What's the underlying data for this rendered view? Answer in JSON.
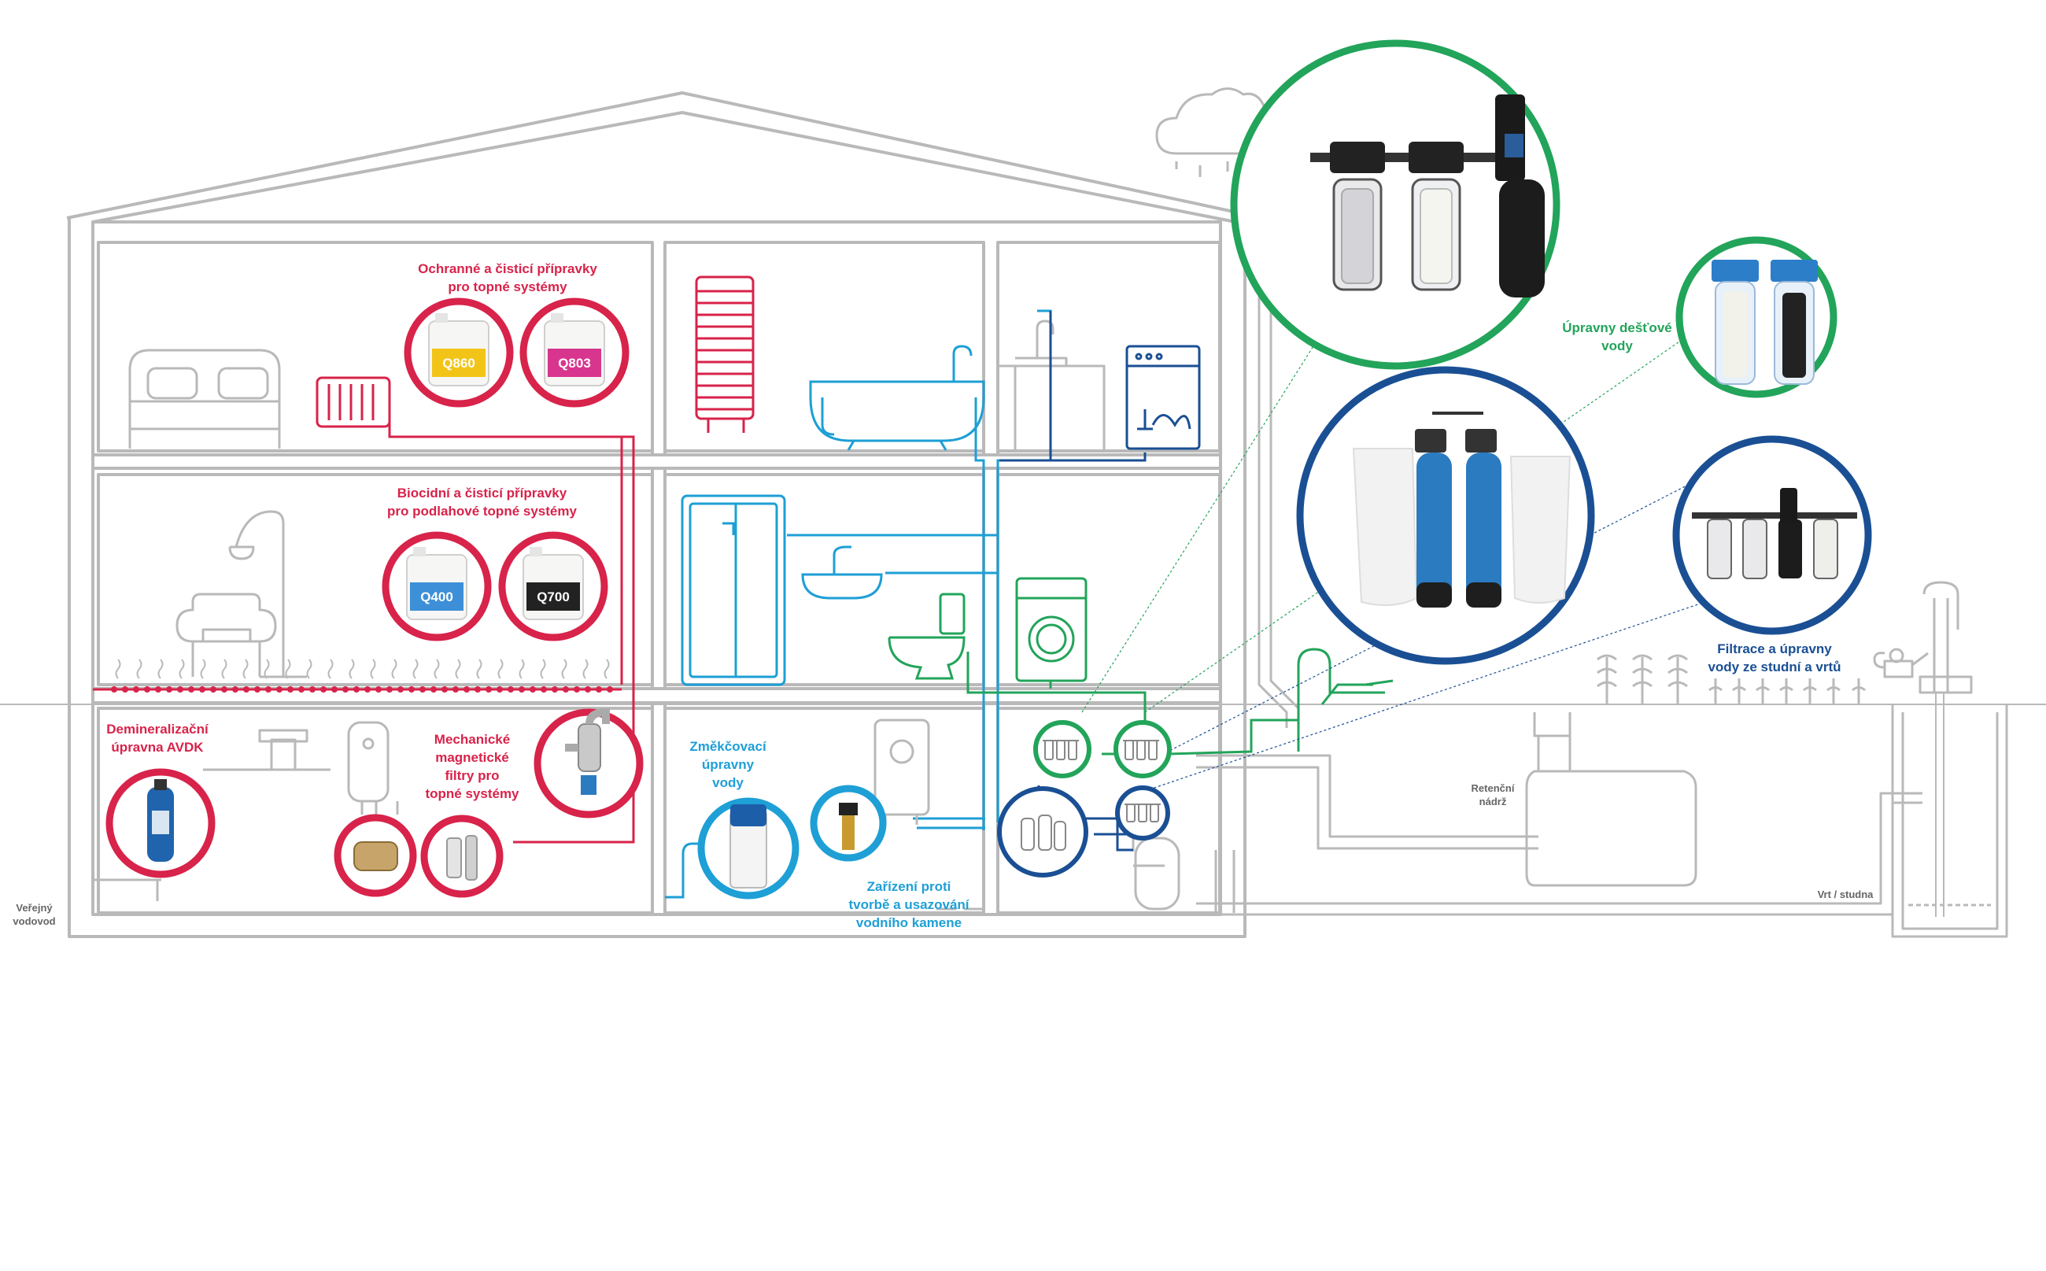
{
  "labels": {
    "heating_products": [
      "Ochranné a čisticí přípravky",
      "pro topné systémy"
    ],
    "floor_heating_products": [
      "Biocidní a čisticí přípravky",
      "pro podlahové topné systémy"
    ],
    "demineralization": [
      "Demineralizační",
      "úpravna AVDK"
    ],
    "magnetic_filters": [
      "Mechanické",
      "magnetické",
      "filtry pro",
      "topné systémy"
    ],
    "softeners": [
      "Změkčovací",
      "úpravny",
      "vody"
    ],
    "anti_scale": [
      "Zařízení proti",
      "tvorbě a usazování",
      "vodního kamene"
    ],
    "rainwater": [
      "Úpravny dešťové",
      "vody"
    ],
    "well_filtration": [
      "Filtrace a úpravny",
      "vody ze studní a vrtů"
    ],
    "public_water": [
      "Veřejný",
      "vodovod"
    ],
    "retention_tank": [
      "Retenční",
      "nádrž"
    ],
    "well": "Vrt / studna"
  },
  "products": {
    "q860": "Q860",
    "q803": "Q803",
    "q400": "Q400",
    "q700": "Q700"
  },
  "colors": {
    "heating": "#d8234a",
    "water_supply": "#1e9fd6",
    "rainwater": "#22a45a",
    "well": "#1a4f94",
    "outline": "#b9b9b9"
  }
}
